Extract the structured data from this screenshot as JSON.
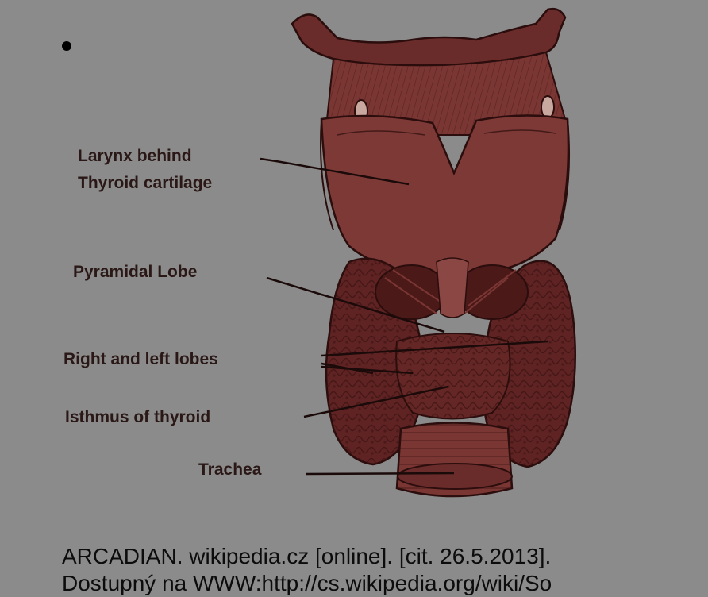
{
  "slide": {
    "labels": {
      "larynx_line1": "Larynx behind",
      "larynx_line2": "Thyroid cartilage",
      "pyramidal": "Pyramidal Lobe",
      "lobes": "Right and left lobes",
      "isthmus": "Isthmus of thyroid",
      "trachea": "Trachea"
    },
    "citation_line1": "ARCADIAN. wikipedia.cz [online]. [cit. 26.5.2013].",
    "citation_line2": "Dostupný na WWW:http://cs.wikipedia.org/wiki/So"
  },
  "colors": {
    "background": "#8b8b8b",
    "tissue": "#6a2c2a",
    "tissue_dark": "#3c1312",
    "label_text": "#2a1816"
  }
}
